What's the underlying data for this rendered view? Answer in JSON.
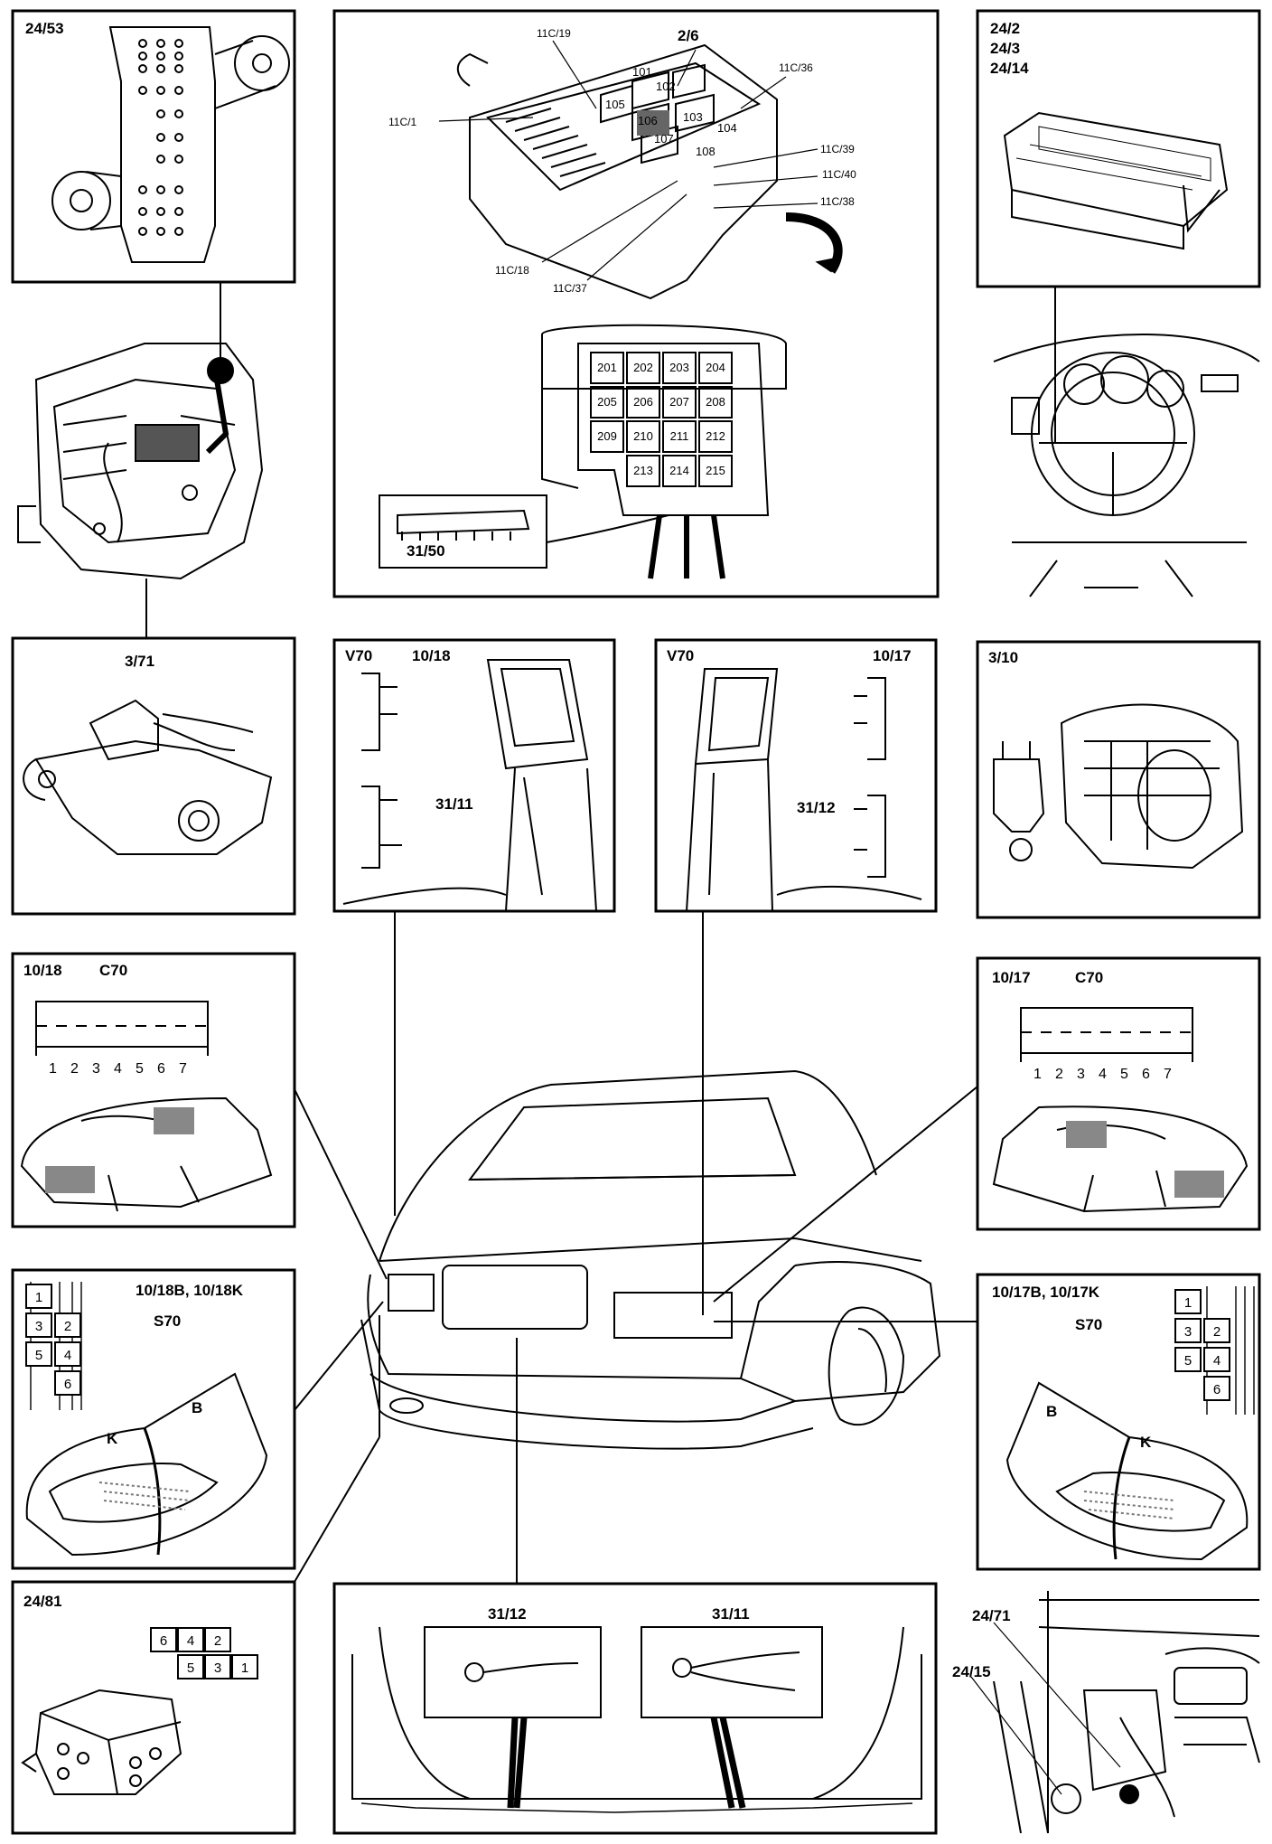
{
  "panels": {
    "p_24_53": {
      "label": "24/53"
    },
    "p_fusebox": {
      "label": "2/6",
      "callouts": [
        "11C/19",
        "11C/36",
        "11C/1",
        "11C/39",
        "11C/40",
        "11C/38",
        "11C/18",
        "11C/37"
      ],
      "relays": [
        "101",
        "102",
        "103",
        "104",
        "105",
        "106",
        "107",
        "108"
      ],
      "fuse_grid": [
        "201",
        "202",
        "203",
        "204",
        "205",
        "206",
        "207",
        "208",
        "209",
        "210",
        "211",
        "212",
        "213",
        "214",
        "215"
      ],
      "inset_label": "31/50"
    },
    "p_24_2": {
      "labels": [
        "24/2",
        "24/3",
        "24/14"
      ]
    },
    "p_3_71": {
      "label": "3/71"
    },
    "p_v70_left": {
      "model": "V70",
      "label": "10/18",
      "ground": "31/11"
    },
    "p_v70_right": {
      "model": "V70",
      "label": "10/17",
      "ground": "31/12"
    },
    "p_3_10": {
      "label": "3/10"
    },
    "p_c70_left": {
      "label": "10/18",
      "model": "C70",
      "pins": [
        "1",
        "2",
        "3",
        "4",
        "5",
        "6",
        "7"
      ]
    },
    "p_c70_right": {
      "label": "10/17",
      "model": "C70",
      "pins": [
        "1",
        "2",
        "3",
        "4",
        "5",
        "6",
        "7"
      ]
    },
    "p_s70_left": {
      "label": "10/18B, 10/18K",
      "model": "S70",
      "pins": [
        "1",
        "3",
        "2",
        "5",
        "4",
        "6"
      ],
      "part_b": "B",
      "part_k": "K"
    },
    "p_s70_right": {
      "label": "10/17B, 10/17K",
      "model": "S70",
      "pins": [
        "1",
        "3",
        "2",
        "5",
        "4",
        "6"
      ],
      "part_b": "B",
      "part_k": "K"
    },
    "p_24_81": {
      "label": "24/81",
      "pins_top": [
        "6",
        "4",
        "2"
      ],
      "pins_bottom": [
        "5",
        "3",
        "1"
      ]
    },
    "p_grounds": {
      "left": "31/12",
      "right": "31/11"
    },
    "p_engine": {
      "labels": [
        "24/71",
        "24/15"
      ]
    }
  }
}
